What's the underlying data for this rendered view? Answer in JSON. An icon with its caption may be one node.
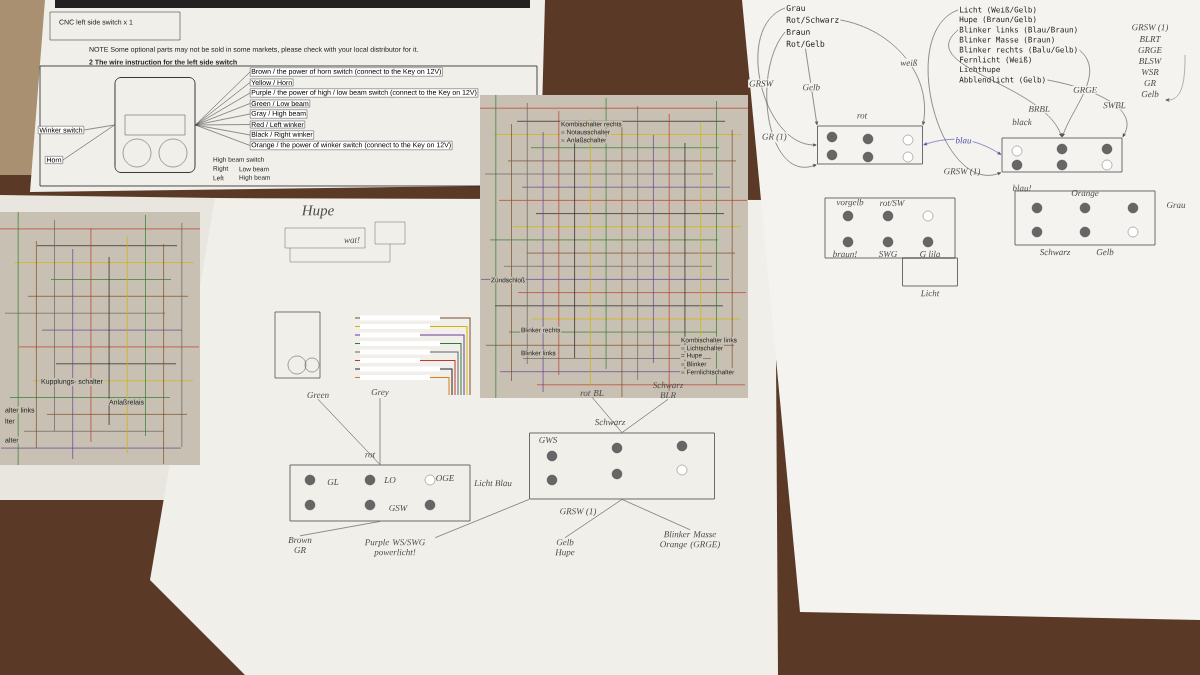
{
  "diagram": {
    "nodes": [
      {
        "text": [
          "Winker switch"
        ]
      },
      {
        "text": [
          "Horn"
        ]
      },
      {
        "text": [],
        "shape": "picture"
      },
      {
        "text": [
          "Brown / the power of horn switch (connect to the Key on 12V)"
        ]
      },
      {
        "text": [
          "Yellow / Horn"
        ]
      },
      {
        "text": [
          "Purple / the power of high / low beam switch (connect to the Key on 12V)"
        ]
      },
      {
        "text": [
          "Green / Low beam"
        ]
      },
      {
        "text": [
          "Gray / High beam"
        ]
      },
      {
        "text": [
          "Red / Left winker"
        ]
      },
      {
        "text": [
          "Black / Right winker"
        ]
      },
      {
        "text": [
          "Orange / the power of winker switch (connect to the Key on 12V)"
        ]
      },
      {
        "text": [],
        "shape": "box"
      },
      {
        "text": [],
        "shape": "box"
      },
      {
        "text": [
          "Green"
        ]
      },
      {
        "text": [
          "Grey"
        ]
      },
      {
        "text": [
          "Brown GR"
        ]
      },
      {
        "text": [
          "Purple WS/SWG powerlicht!"
        ]
      },
      {
        "text": [
          "rot BL"
        ]
      },
      {
        "text": [
          "Schwarz BLR"
        ]
      },
      {
        "text": [
          "Gelb Hupe"
        ]
      },
      {
        "text": [
          "Blinker Masse Orange (GRGE)"
        ]
      },
      {
        "text": [
          "Grau"
        ]
      },
      {
        "text": [
          "Rot/Schwarz"
        ]
      },
      {
        "text": [
          "Braun"
        ]
      },
      {
        "text": [
          "Rot/Gelb"
        ]
      },
      {
        "text": [
          "Licht (Weiß/Gelb)"
        ]
      },
      {
        "text": [
          "Hupe (Braun/Gelb)"
        ]
      },
      {
        "text": [
          "Blinker links (Blau/Braun)"
        ]
      },
      {
        "text": [
          "Blinker Masse (Braun)"
        ]
      },
      {
        "text": [
          "Blinker rechts (Balu/Gelb)"
        ]
      },
      {
        "text": [
          "Fernlicht (Weiß)"
        ]
      },
      {
        "text": [
          "Lichthupe"
        ]
      },
      {
        "text": [
          "Abblendlicht (Gelb)"
        ]
      },
      {
        "text": [],
        "shape": "box"
      },
      {
        "text": [],
        "shape": "box"
      },
      {
        "text": [],
        "shape": "box"
      },
      {
        "text": [],
        "shape": "box"
      },
      {
        "text": [
          "Licht"
        ]
      }
    ],
    "edges": [
      {
        "from": 0,
        "to": 2,
        "arrow": "none"
      },
      {
        "from": 1,
        "to": 2,
        "arrow": "none"
      },
      {
        "from": 2,
        "to": 3,
        "arrow": "none"
      },
      {
        "from": 2,
        "to": 4,
        "arrow": "none"
      },
      {
        "from": 2,
        "to": 5,
        "arrow": "none"
      },
      {
        "from": 2,
        "to": 6,
        "arrow": "none"
      },
      {
        "from": 2,
        "to": 7,
        "arrow": "none"
      },
      {
        "from": 2,
        "to": 8,
        "arrow": "none"
      },
      {
        "from": 2,
        "to": 9,
        "arrow": "none"
      },
      {
        "from": 2,
        "to": 10,
        "arrow": "none"
      },
      {
        "from": 13,
        "to": 11,
        "arrow": "none"
      },
      {
        "from": 14,
        "to": 11,
        "arrow": "none"
      },
      {
        "from": 15,
        "to": 11,
        "arrow": "none"
      },
      {
        "from": 16,
        "to": 12,
        "arrow": "none"
      },
      {
        "from": 17,
        "to": 12,
        "arrow": "none"
      },
      {
        "from": 18,
        "to": 12,
        "arrow": "none"
      },
      {
        "from": 19,
        "to": 12,
        "arrow": "none"
      },
      {
        "from": 20,
        "to": 12,
        "arrow": "none"
      },
      {
        "from": 21,
        "to": 33,
        "arrow": "to",
        "label": "GRSW"
      },
      {
        "from": 24,
        "to": 33,
        "arrow": "to",
        "label": "Gelb"
      },
      {
        "from": 23,
        "to": 33,
        "arrow": "to",
        "label": "GR (1)"
      },
      {
        "from": 22,
        "to": 33,
        "arrow": "to",
        "label": "weiß"
      },
      {
        "from": 25,
        "to": 34,
        "arrow": "to"
      },
      {
        "from": 27,
        "to": 34,
        "arrow": "to",
        "label": "BRBL"
      },
      {
        "from": 29,
        "to": 34,
        "arrow": "to",
        "label": "GRGE"
      },
      {
        "from": 32,
        "to": 34,
        "arrow": "to",
        "label": "SWBL"
      },
      {
        "from": 34,
        "to": 33,
        "arrow": "both",
        "label": "blau",
        "color": "#4a4aa8"
      }
    ],
    "labels": [
      "CNC left side switch x 1",
      "NOTE Some optional parts may not be sold in some markets, please check with your local distributor for it.",
      "2 The wire instruction for the left side switch",
      "High beam switch",
      "Right",
      "Low beam",
      "Left",
      "High beam",
      "Hupe",
      "wat!",
      "Kombischalter rechts",
      "= Notausschalter",
      "= Anlaßschalter",
      "Zündschloß",
      "Blinker rechts",
      "Blinker links",
      "Kombischalter links",
      "= Lichtschalter",
      "= Hupe",
      "= Blinker",
      "= Fernlichtschalter",
      "rot",
      "GL",
      "LO",
      "OGE",
      "GSW",
      "Licht Blau",
      "GWS",
      "Schwarz",
      "GRSW (1)",
      "Kupplungs- schalter",
      "Anlaßrelais",
      "alter links",
      "lter",
      "alter",
      "GRSW (1)",
      "BLRT",
      "GRGE",
      "BLSW",
      "WSR",
      "GR",
      "Gelb",
      "rot",
      "GRSW (1)",
      "black",
      "blau!",
      "Orange",
      "Grau",
      "vorgelb",
      "rot/SW",
      "braun!",
      "SWG",
      "G lila",
      "Schwarz",
      "Gelb"
    ]
  }
}
